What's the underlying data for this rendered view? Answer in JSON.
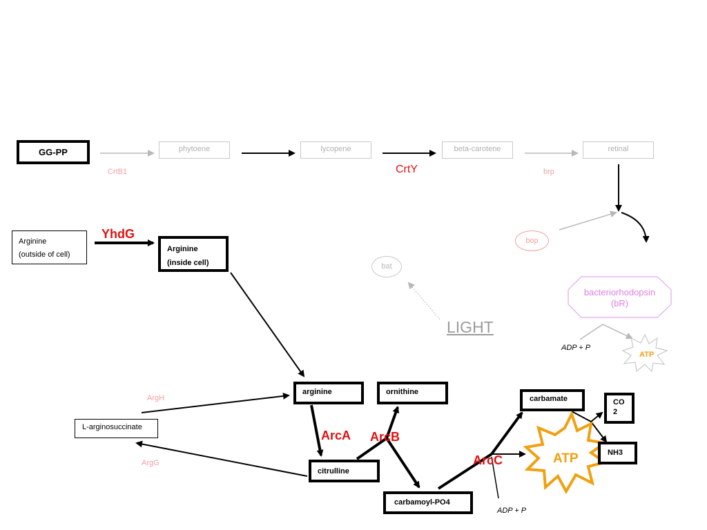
{
  "nodes": {
    "ggpp": "GG-PP",
    "phytoene": "phytoene",
    "lycopene": "lycopene",
    "beta_carotene": "beta-carotene",
    "retinal": "retinal",
    "arginine_outside_line1": "Arginine",
    "arginine_outside_line2": "(outside of cell)",
    "arginine_inside_line1": "Arginine",
    "arginine_inside_line2": "(inside cell)",
    "arginine": "arginine",
    "ornithine": "ornithine",
    "citrulline": "citrulline",
    "l_arginosuccinate": "L-arginosuccinate",
    "carbamoyl_po4": "carbamoyl-PO4",
    "carbamate": "carbamate",
    "co2_line1": "CO",
    "co2_line2": "2",
    "nh3": "NH3",
    "bop": "bop",
    "bat": "bat",
    "bacteriorhodopsin_line1": "bacteriorhodopsin",
    "bacteriorhodopsin_line2": "(bR)",
    "atp_small": "ATP",
    "atp_large": "ATP"
  },
  "enzymes": {
    "crtb1": "CrtB1",
    "crty": "CrtY",
    "brp": "brp",
    "yhdg": "YhdG",
    "argh": "ArgH",
    "argg": "ArgG",
    "arca": "ArcA",
    "arcb": "ArcB",
    "arcc": "ArcC"
  },
  "labels": {
    "light": "LIGHT",
    "adp_p_top": "ADP + P",
    "adp_p_bottom": "ADP + P"
  },
  "colors": {
    "active": "#000000",
    "inactive": "#c0c0c0",
    "enzyme_active": "#e01010",
    "enzyme_inactive": "#f0a0a0",
    "bacteriorhodopsin": "#e080e0",
    "atp": "#f0a010"
  }
}
